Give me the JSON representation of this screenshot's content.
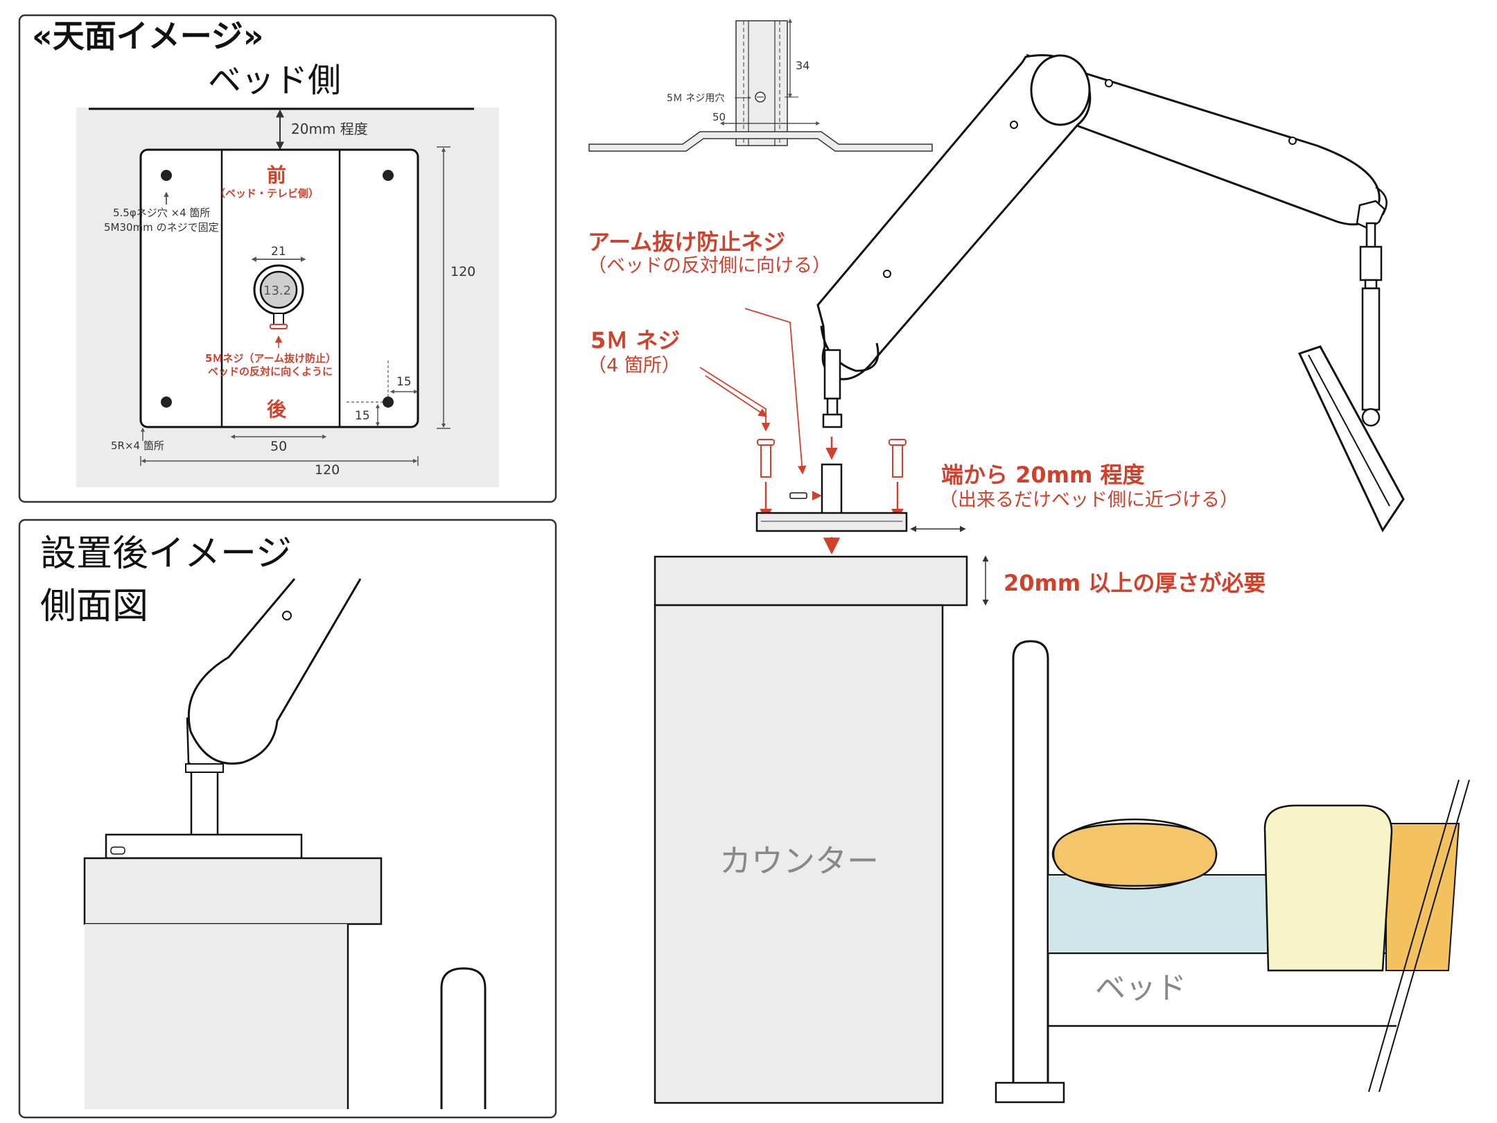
{
  "top_view": {
    "title": "«天面イメージ»",
    "bed_side": "ベッド側",
    "gap_label": "20mm 程度",
    "front": "前",
    "front_sub": "（ベッド・テレビ側）",
    "screw_hole_note_1": "5.5φネジ穴 ×4 箇所",
    "screw_hole_note_2": "5M30mm のネジで固定",
    "dim_21": "21",
    "dim_13_2": "13.2",
    "dim_120_v": "120",
    "m5_note_1": "5Ｍネジ（アーム抜け防止）",
    "m5_note_2": "ベッドの反対に向くように",
    "dim_15_a": "15",
    "dim_15_b": "15",
    "back": "後",
    "radius_note": "5R×4 箇所",
    "dim_50": "50",
    "dim_120_h": "120"
  },
  "side_view": {
    "title_line1": "設置後イメージ",
    "title_line2": "側面図"
  },
  "detail": {
    "dim_34": "34",
    "hole_label": "5Ｍ ネジ用穴",
    "dim_50": "50"
  },
  "callouts": {
    "anti_pullout_title": "アーム抜け防止ネジ",
    "anti_pullout_sub": "（ベッドの反対側に向ける）",
    "m5_title": "5Ｍ ネジ",
    "m5_sub": "（4 箇所）",
    "edge_title": "端から 20mm 程度",
    "edge_sub": "（出来るだけベッド側に近づける）",
    "thickness": "20mm 以上の厚さが必要"
  },
  "labels": {
    "counter": "カウンター",
    "bed": "ベッド"
  },
  "colors": {
    "accent_red": "#d0402a",
    "panel_gray": "#ececec",
    "mattress_blue": "#cfe6ea",
    "pillow_orange": "#f5c56a",
    "cushion_cream": "#f7f4c8",
    "headboard_orange": "#f3c25e"
  }
}
